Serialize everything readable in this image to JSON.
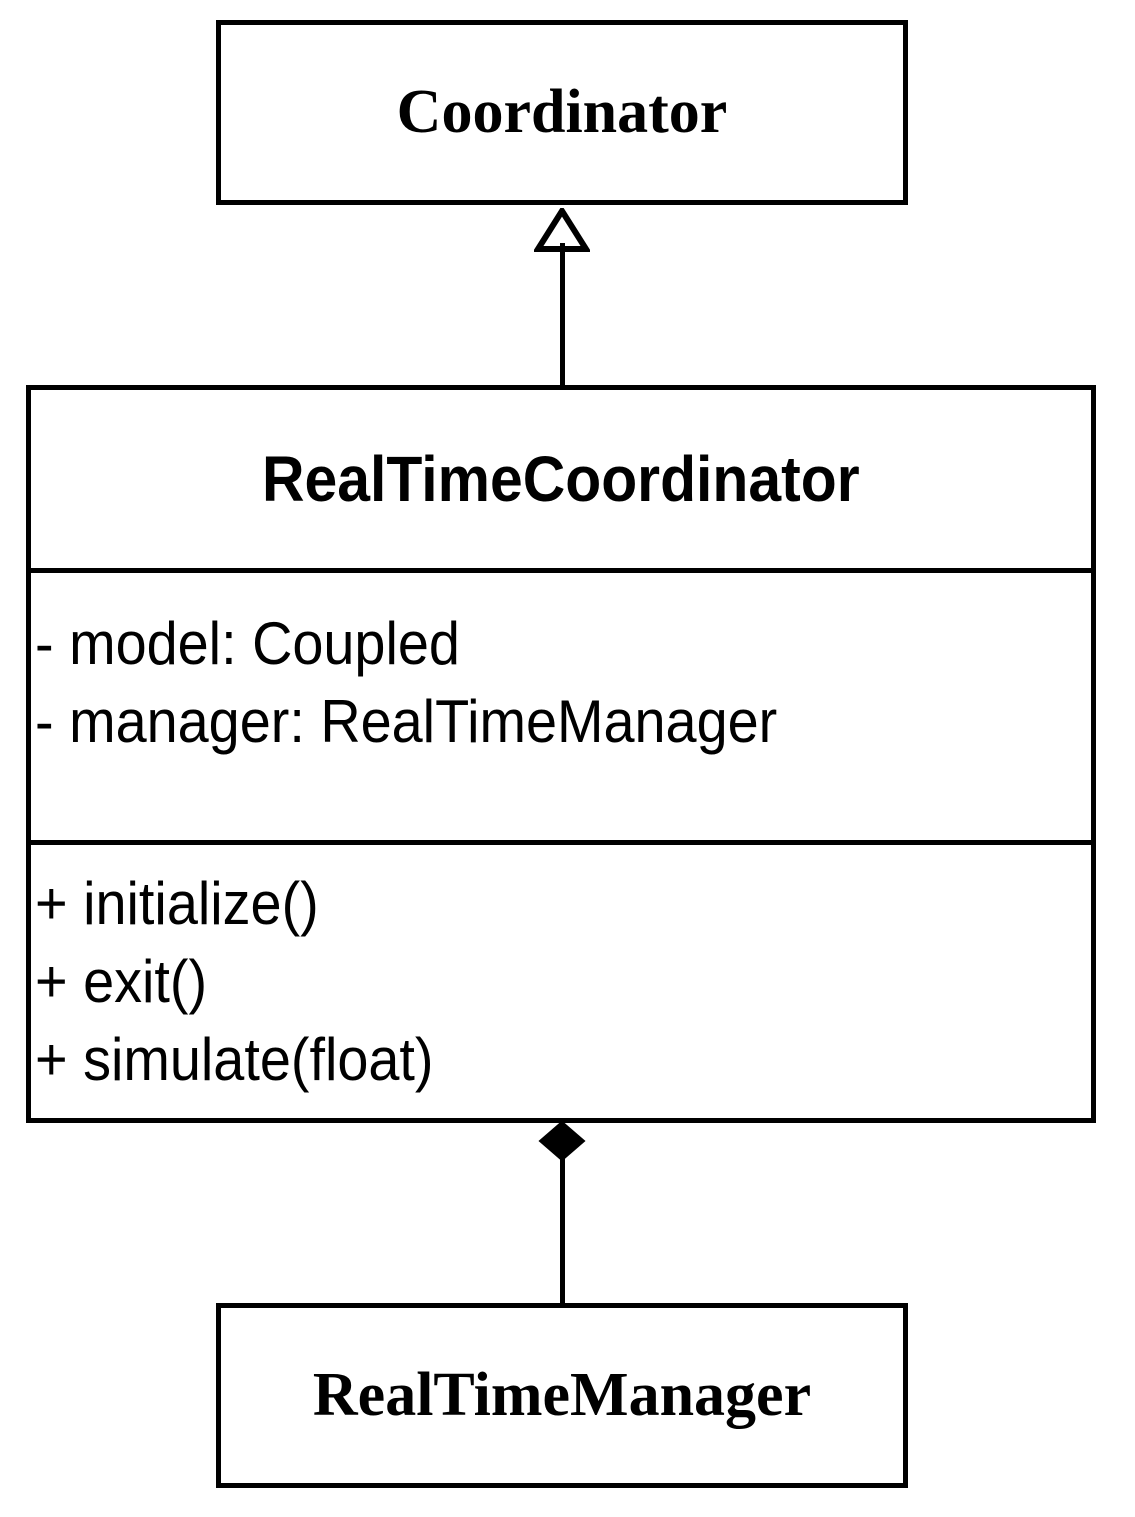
{
  "diagram": {
    "type": "uml-class-diagram",
    "background_color": "#ffffff",
    "line_color": "#000000",
    "classes": {
      "parent": {
        "name": "Coordinator"
      },
      "main": {
        "name": "RealTimeCoordinator",
        "attributes": [
          "- model: Coupled",
          "- manager: RealTimeManager"
        ],
        "operations": [
          "+ initialize()",
          "+ exit()",
          "+ simulate(float)"
        ]
      },
      "part": {
        "name": "RealTimeManager"
      }
    },
    "relationships": [
      {
        "kind": "generalization",
        "marker": "hollow-triangle-arrow",
        "from": "RealTimeCoordinator",
        "to": "Coordinator"
      },
      {
        "kind": "composition",
        "marker": "filled-diamond",
        "from": "RealTimeCoordinator",
        "to": "RealTimeManager"
      }
    ]
  }
}
